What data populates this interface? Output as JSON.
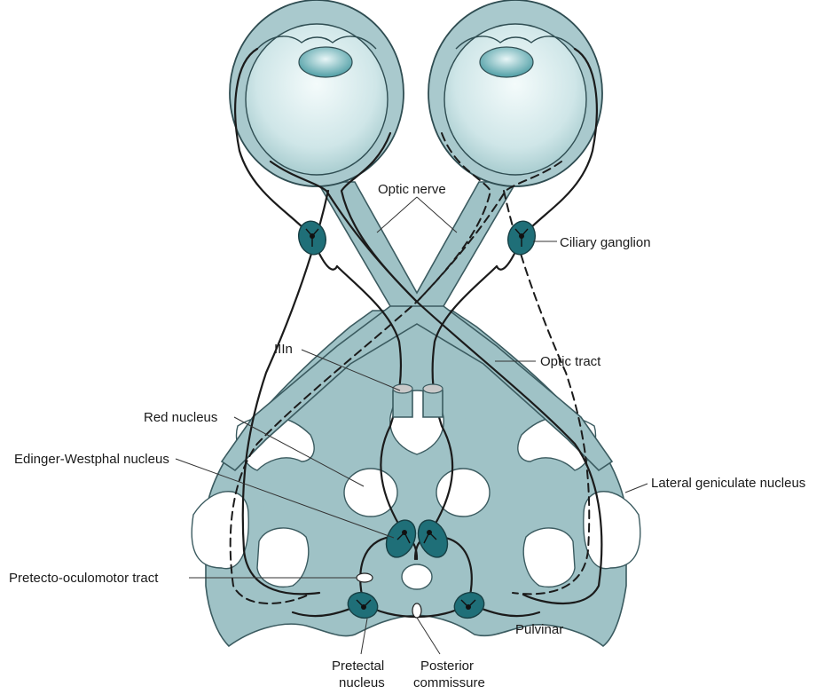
{
  "labels": {
    "optic_nerve": "Optic nerve",
    "ciliary_ganglion": "Ciliary ganglion",
    "iiln": "IIIn",
    "optic_tract": "Optic tract",
    "red_nucleus": "Red nucleus",
    "edinger_westphal": "Edinger-Westphal nucleus",
    "lateral_geniculate": "Lateral geniculate nucleus",
    "pretecto_oculomotor": "Pretecto-oculomotor tract",
    "pulvinar": "Pulvinar",
    "pretectal_line1": "Pretectal",
    "pretectal_line2": "nucleus",
    "posterior_line1": "Posterior",
    "posterior_line2": "commissure"
  },
  "colors": {
    "tissue": "#9fc2c6",
    "eyeball": "#cfe6e8",
    "nucleus": "#1f6f78",
    "line": "#1b1b1b"
  }
}
